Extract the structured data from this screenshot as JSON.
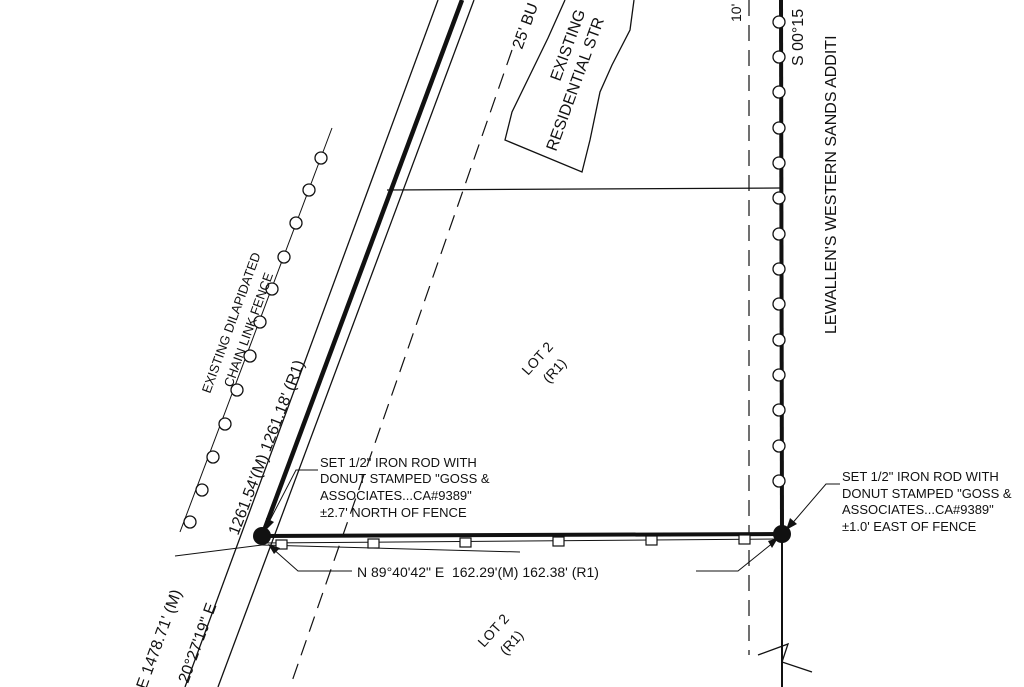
{
  "labels": {
    "bsl": "25' BU",
    "existing_structure_1": "EXISTING",
    "existing_structure_2": "RESIDENTIAL STR",
    "ten_ft": "10'",
    "bearing_top": "S 00°15",
    "subdivision": "LEWALLEN'S WESTERN SANDS ADDITI",
    "fence_1": "EXISTING DILAPIDATED",
    "fence_2": "CHAIN LINK FENCE",
    "west_dist": "1261.54'(M) 1261.18' (R1)",
    "lot_upper_1": "LOT 2",
    "lot_upper_2": "(R1)",
    "lot_lower_1": "LOT 2",
    "lot_lower_2": "(R1)",
    "rod_west": [
      "SET 1/2\" IRON ROD WITH",
      "DONUT STAMPED \"GOSS &",
      "ASSOCIATES...CA#9389\"",
      "±2.7' NORTH OF FENCE"
    ],
    "rod_east": [
      "SET 1/2\" IRON ROD WITH",
      "DONUT STAMPED \"GOSS &",
      "ASSOCIATES...CA#9389\"",
      "±1.0' EAST OF FENCE"
    ],
    "south_bearing": "N 89°40'42\" E  162.29'(M) 162.38' (R1)",
    "sw_dist": "E 1478.71' (M)",
    "sw_bearing": "20°27'19\" E"
  },
  "colors": {
    "ink": "#111111",
    "background": "#ffffff"
  }
}
